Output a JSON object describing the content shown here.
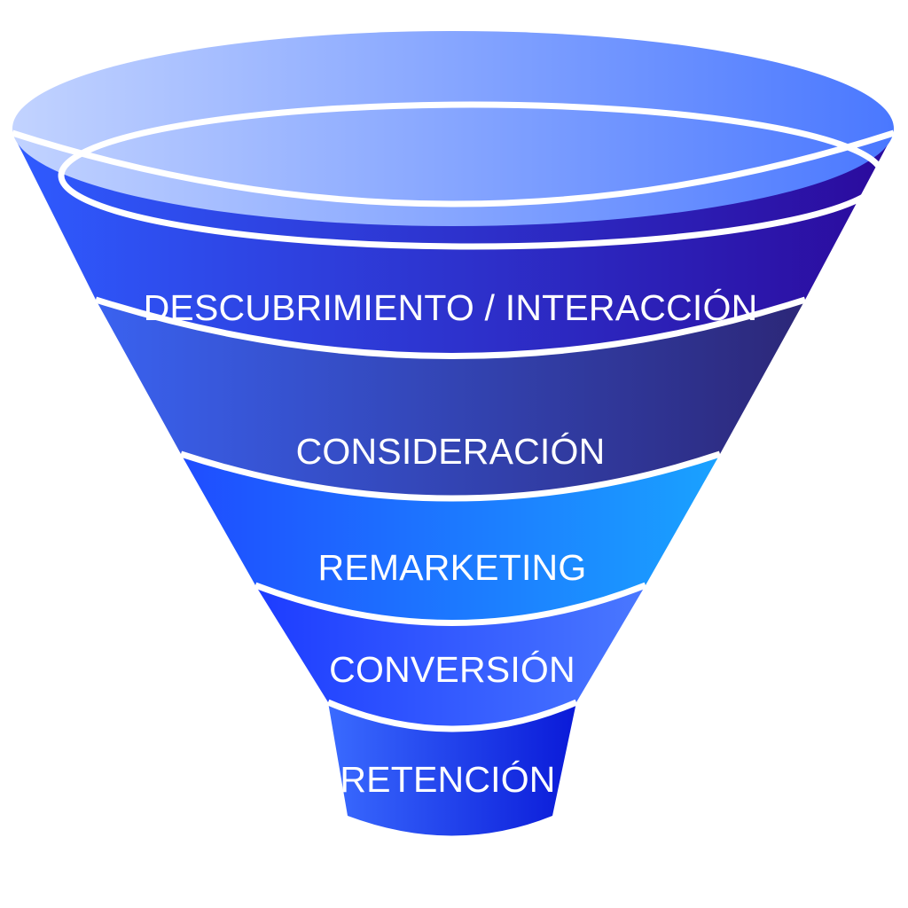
{
  "diagram": {
    "type": "funnel",
    "stages": [
      {
        "label": "DESCUBRIMIENTO / INTERACCIÓN",
        "color_left": "#2f5bff",
        "color_right": "#2b0a9c"
      },
      {
        "label": "CONSIDERACIÓN",
        "color_left": "#3a62f0",
        "color_right": "#2c2778"
      },
      {
        "label": "REMARKETING",
        "color_left": "#1f4dff",
        "color_right": "#1aa2ff"
      },
      {
        "label": "CONVERSIÓN",
        "color_left": "#1d3cff",
        "color_right": "#4a78ff"
      },
      {
        "label": "RETENCIÓN",
        "color_left": "#3a6bff",
        "color_right": "#0a1ad8"
      }
    ],
    "rim_colors": {
      "left": "#c2d3ff",
      "right": "#4a78ff"
    }
  }
}
